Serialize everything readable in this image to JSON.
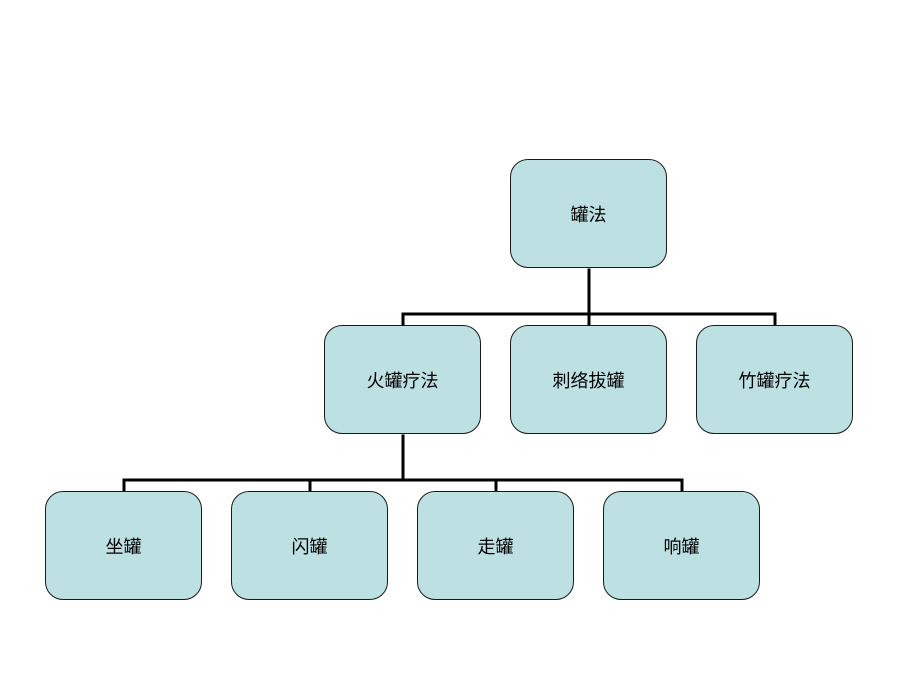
{
  "diagram": {
    "root": {
      "label": "罐法"
    },
    "level1": [
      {
        "label": "火罐疗法"
      },
      {
        "label": "刺络拔罐"
      },
      {
        "label": "竹罐疗法"
      }
    ],
    "level2": [
      {
        "label": "坐罐"
      },
      {
        "label": "闪罐"
      },
      {
        "label": "走罐"
      },
      {
        "label": "响罐"
      }
    ],
    "colors": {
      "node_fill": "#bde0e3",
      "node_border": "#1a1a1a",
      "connector": "#000000"
    }
  }
}
